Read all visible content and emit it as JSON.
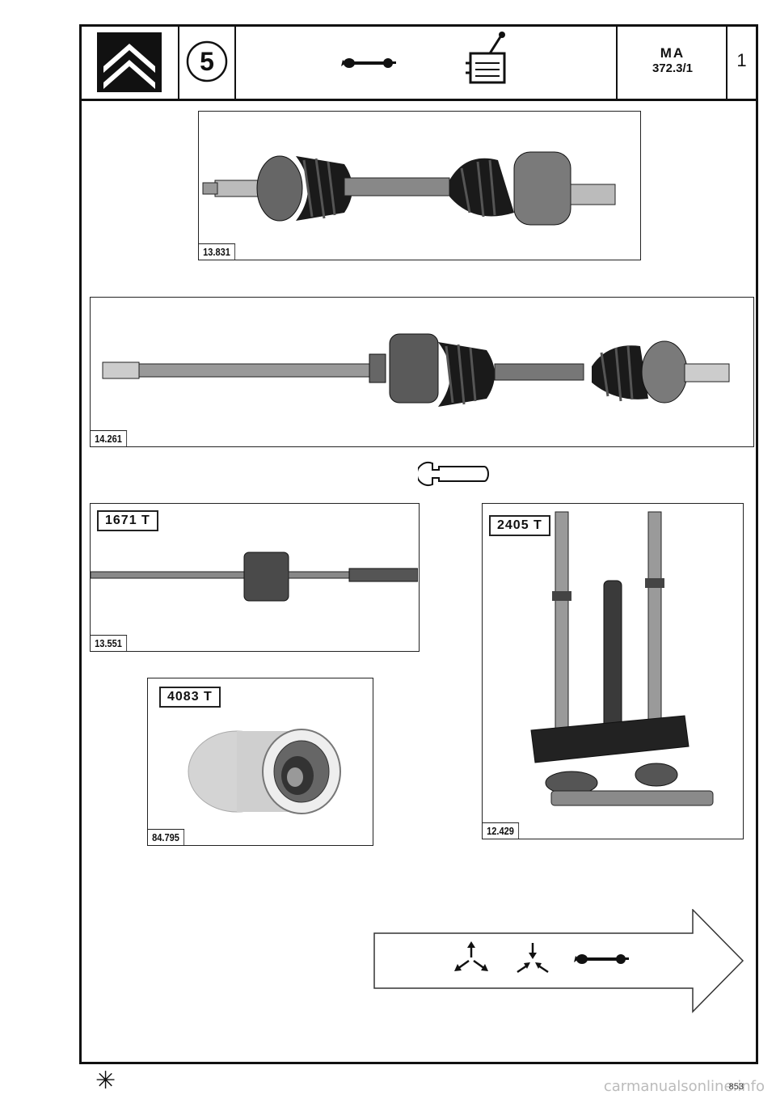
{
  "header": {
    "chapter_number": "5",
    "ma_label": "MA",
    "ma_code": "372.3/1",
    "sheet_number": "1",
    "logo_icon": "citroen-double-chevron-icon",
    "driveshaft_icon": "driveshaft-icon",
    "gearbox_icon": "gearbox-lever-icon"
  },
  "photos": {
    "shaft_left_ref": "13.831",
    "shaft_right_ref": "14.261",
    "tool_1671_label": "1671 T",
    "tool_1671_ref": "13.551",
    "tool_2405_label": "2405 T",
    "tool_2405_ref": "12.429",
    "tool_4083_label": "4083 T",
    "tool_4083_ref": "84.795"
  },
  "tools_icon": "open-spanner-icon",
  "next_arrow": {
    "icons": [
      "remove-arrows-icon",
      "refit-arrows-icon",
      "driveshaft-icon"
    ]
  },
  "footer": {
    "symbol": "✳",
    "watermark": "carmanualsonline.info",
    "page": "853"
  }
}
